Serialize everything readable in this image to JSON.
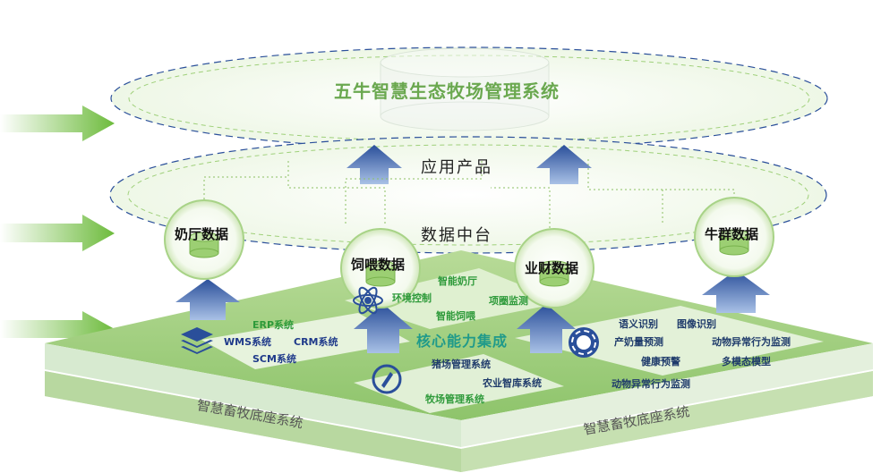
{
  "title": "五牛智慧生态牧场管理系统",
  "ring_labels": {
    "app_products": "应用产品",
    "data_middle": "数据中台"
  },
  "data_nodes": [
    {
      "label": "奶厅数据"
    },
    {
      "label": "饲喂数据"
    },
    {
      "label": "业财数据"
    },
    {
      "label": "牛群数据"
    }
  ],
  "platform": {
    "core_label": "核心能力集成",
    "base_label_left": "智慧畜牧底座系统",
    "base_label_right": "智慧畜牧底座系统",
    "left_systems": [
      "ERP系统",
      "WMS系统",
      "CRM系统",
      "SCM系统"
    ],
    "top_items": [
      "智能奶厅",
      "环境控制",
      "项圈监测",
      "智能饲喂"
    ],
    "bottom_items": [
      "猪场管理系统",
      "农业智库系统",
      "牧场管理系统"
    ],
    "right_items": [
      "语义识别",
      "图像识别",
      "产奶量预测",
      "动物异常行为监测",
      "健康预警",
      "多模态模型",
      "动物异常行为监测"
    ]
  },
  "icons": {
    "left_arrows": "right-arrow-icon",
    "layers": "layers-icon",
    "atom": "atom-icon",
    "compass": "compass-icon",
    "lifebuoy": "lifebuoy-icon",
    "database": "database-icon"
  },
  "colors": {
    "green": "#7cc243",
    "blue": "#2a4f9a",
    "title_green": "#6aa84f"
  }
}
